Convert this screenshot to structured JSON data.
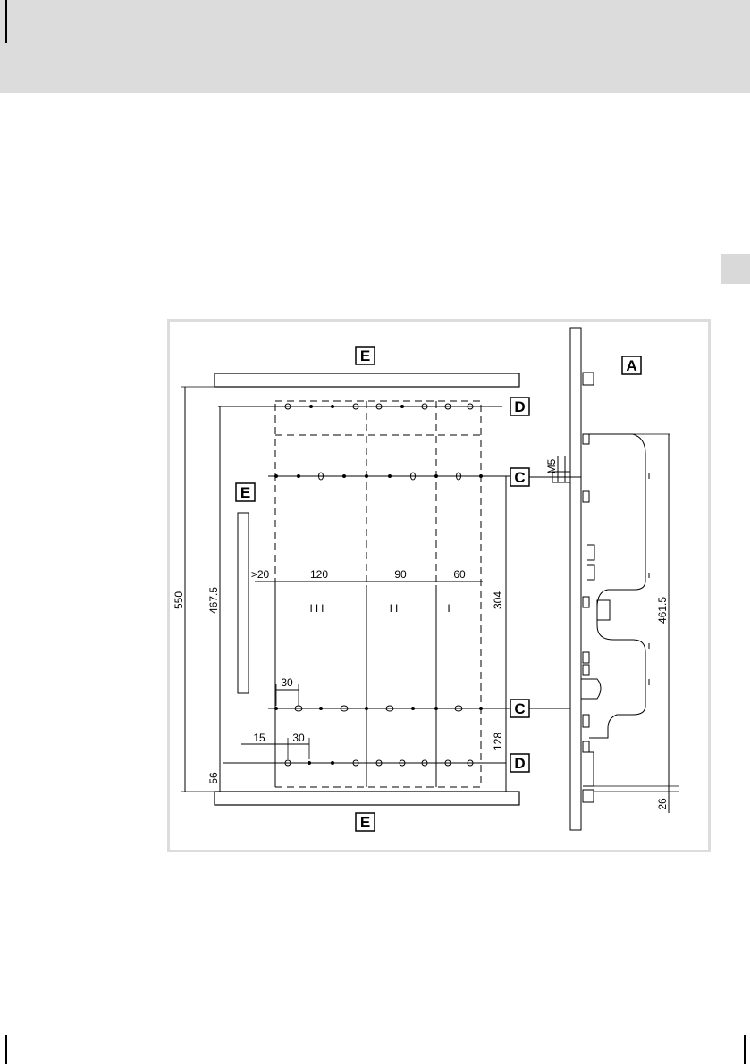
{
  "labels": {
    "A": "A",
    "C": "C",
    "D": "D",
    "E": "E"
  },
  "dims": {
    "d550": "550",
    "d467_5": "467.5",
    "d56": "56",
    "d304": "304",
    "d128": "128",
    "d461_5": "461.5",
    "d26": "26",
    "m5": "M5",
    "gt20": ">20",
    "w120": "120",
    "w90": "90",
    "w60": "60",
    "s30a": "30",
    "s15": "15",
    "s30b": "30"
  },
  "zones": {
    "z3": "III",
    "z2": "II",
    "z1": "I"
  }
}
